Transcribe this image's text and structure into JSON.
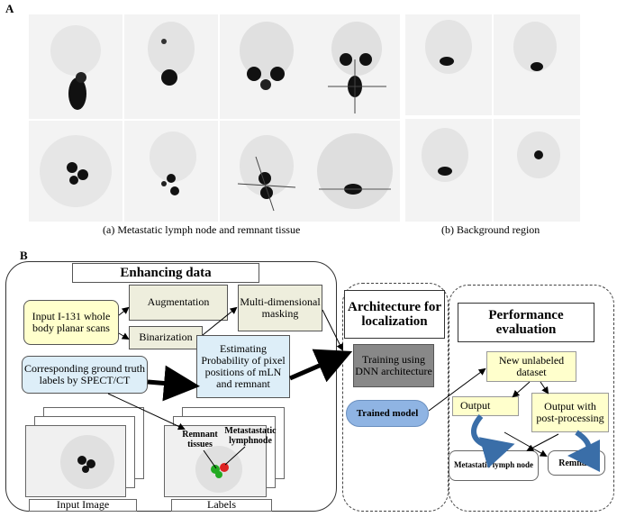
{
  "panelA": {
    "letter": "A",
    "caption_left": "(a) Metastatic lymph node and remnant tissue",
    "caption_right": "(b) Background region"
  },
  "panelB": {
    "letter": "B",
    "enhancing_title": "Enhancing data",
    "input_scans": "Input I-131 whole body planar scans",
    "augmentation": "Augmentation",
    "binarization": "Binarization",
    "masking": "Multi-dimensional masking",
    "ground_truth": "Corresponding ground truth labels by SPECT/CT",
    "estimating": "Estimating Probability of pixel positions of mLN and remnant",
    "input_image": "Input Image",
    "labels": "Labels",
    "remnant_tissues": "Remnant tissues",
    "metastatic_lymphnode": "Metastastatic lymphnode",
    "architecture_title": "Architecture for localization",
    "training": "Training using DNN architecture",
    "trained_model": "Trained model",
    "performance_title": "Performance evaluation",
    "new_dataset": "New unlabeled dataset",
    "output": "Output",
    "output_post": "Output with post-processing",
    "metastatic_node": "Metastatic lymph node",
    "remnant": "Remnant"
  },
  "colors": {
    "yellow_box": "#ffffcc",
    "beige_box": "#eeeedd",
    "blue_box": "#ddeef8",
    "training_box": "#888888",
    "trained_model": "#8fb4e3",
    "curved_arrow": "#3a6ea8"
  }
}
